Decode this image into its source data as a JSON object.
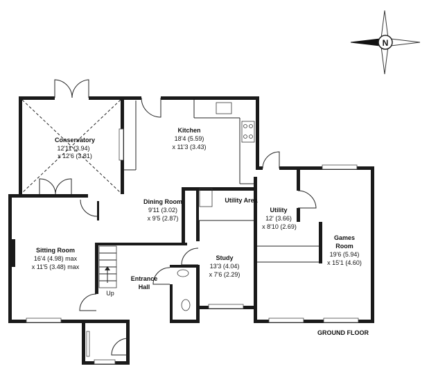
{
  "floor_label": "GROUND FLOOR",
  "compass": {
    "letter": "N",
    "icon": "compass-rose-icon"
  },
  "rooms": {
    "conservatory": {
      "name": "Conservatory",
      "dim1": "12'11 (3.94)",
      "dim2": "x 12'6 (3.81)"
    },
    "kitchen": {
      "name": "Kitchen",
      "dim1": "18'4 (5.59)",
      "dim2": "x 11'3 (3.43)"
    },
    "dining": {
      "name": "Dining Room",
      "dim1": "9'11 (3.02)",
      "dim2": "x 9'5 (2.87)"
    },
    "utility_area": {
      "name": "Utility Area"
    },
    "utility": {
      "name": "Utility",
      "dim1": "12' (3.66)",
      "dim2": "x 8'10 (2.69)"
    },
    "games": {
      "name1": "Games",
      "name2": "Room",
      "dim1": "19'6 (5.94)",
      "dim2": "x 15'1 (4.60)"
    },
    "sitting": {
      "name": "Sitting Room",
      "dim1": "16'4 (4.98) max",
      "dim2": "x 11'5 (3.48) max"
    },
    "study": {
      "name": "Study",
      "dim1": "13'3 (4.04)",
      "dim2": "x 7'6 (2.29)"
    },
    "entrance": {
      "name1": "Entrance",
      "name2": "Hall"
    },
    "stairs": {
      "label": "Up"
    }
  }
}
